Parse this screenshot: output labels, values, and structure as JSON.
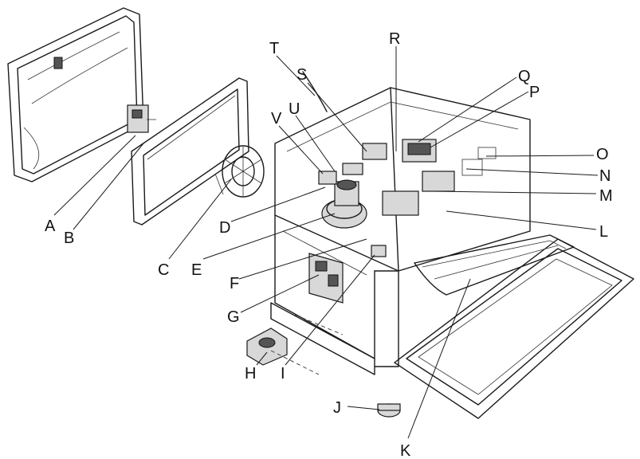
{
  "labels": {
    "A": "A",
    "B": "B",
    "C": "C",
    "D": "D",
    "E": "E",
    "F": "F",
    "G": "G",
    "H": "H",
    "I": "I",
    "J": "J",
    "K": "K",
    "L": "L",
    "M": "M",
    "N": "N",
    "O": "O",
    "P": "P",
    "Q": "Q",
    "R": "R",
    "S": "S",
    "T": "T",
    "U": "U",
    "V": "V"
  }
}
